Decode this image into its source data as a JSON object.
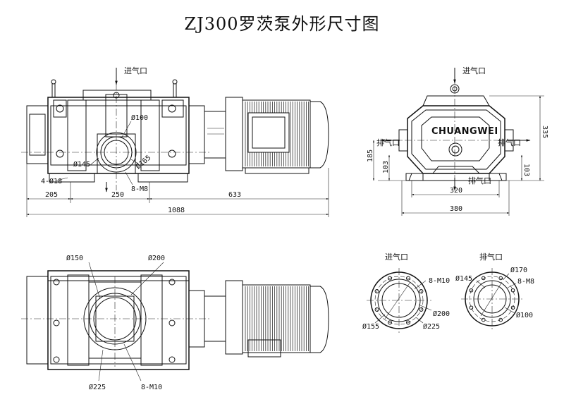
{
  "title": "ZJ300罗茨泵外形尺寸图",
  "front_view": {
    "inlet_label": "进气口",
    "dims": {
      "d100": "Ø100",
      "d145": "Ø145",
      "d165": "Ø165",
      "bolts": "8-M8",
      "mount_holes": "4-Ø18",
      "len_205": "205",
      "len_250": "250",
      "len_633": "633",
      "len_1088": "1088"
    }
  },
  "side_view": {
    "inlet_label": "进气口",
    "outlet_left_label": "排气口",
    "outlet_right_label": "排气口",
    "outlet_bottom_label": "排气口",
    "brand": "CHUANGWEI",
    "dims": {
      "h335": "335",
      "h185": "185",
      "h103_left": "103",
      "h103_right": "103",
      "w320": "320",
      "w380": "380"
    }
  },
  "top_view": {
    "dims": {
      "d150": "Ø150",
      "d200": "Ø200",
      "d225": "Ø225",
      "bolts": "8-M10"
    }
  },
  "inlet_flange": {
    "label": "进气口",
    "dims": {
      "bolts": "8-M10",
      "d200": "Ø200",
      "d155": "Ø155",
      "d225": "Ø225"
    }
  },
  "outlet_flange": {
    "label": "排气口",
    "dims": {
      "d145": "Ø145",
      "d170": "Ø170",
      "bolts": "8-M8",
      "d100": "Ø100"
    }
  }
}
